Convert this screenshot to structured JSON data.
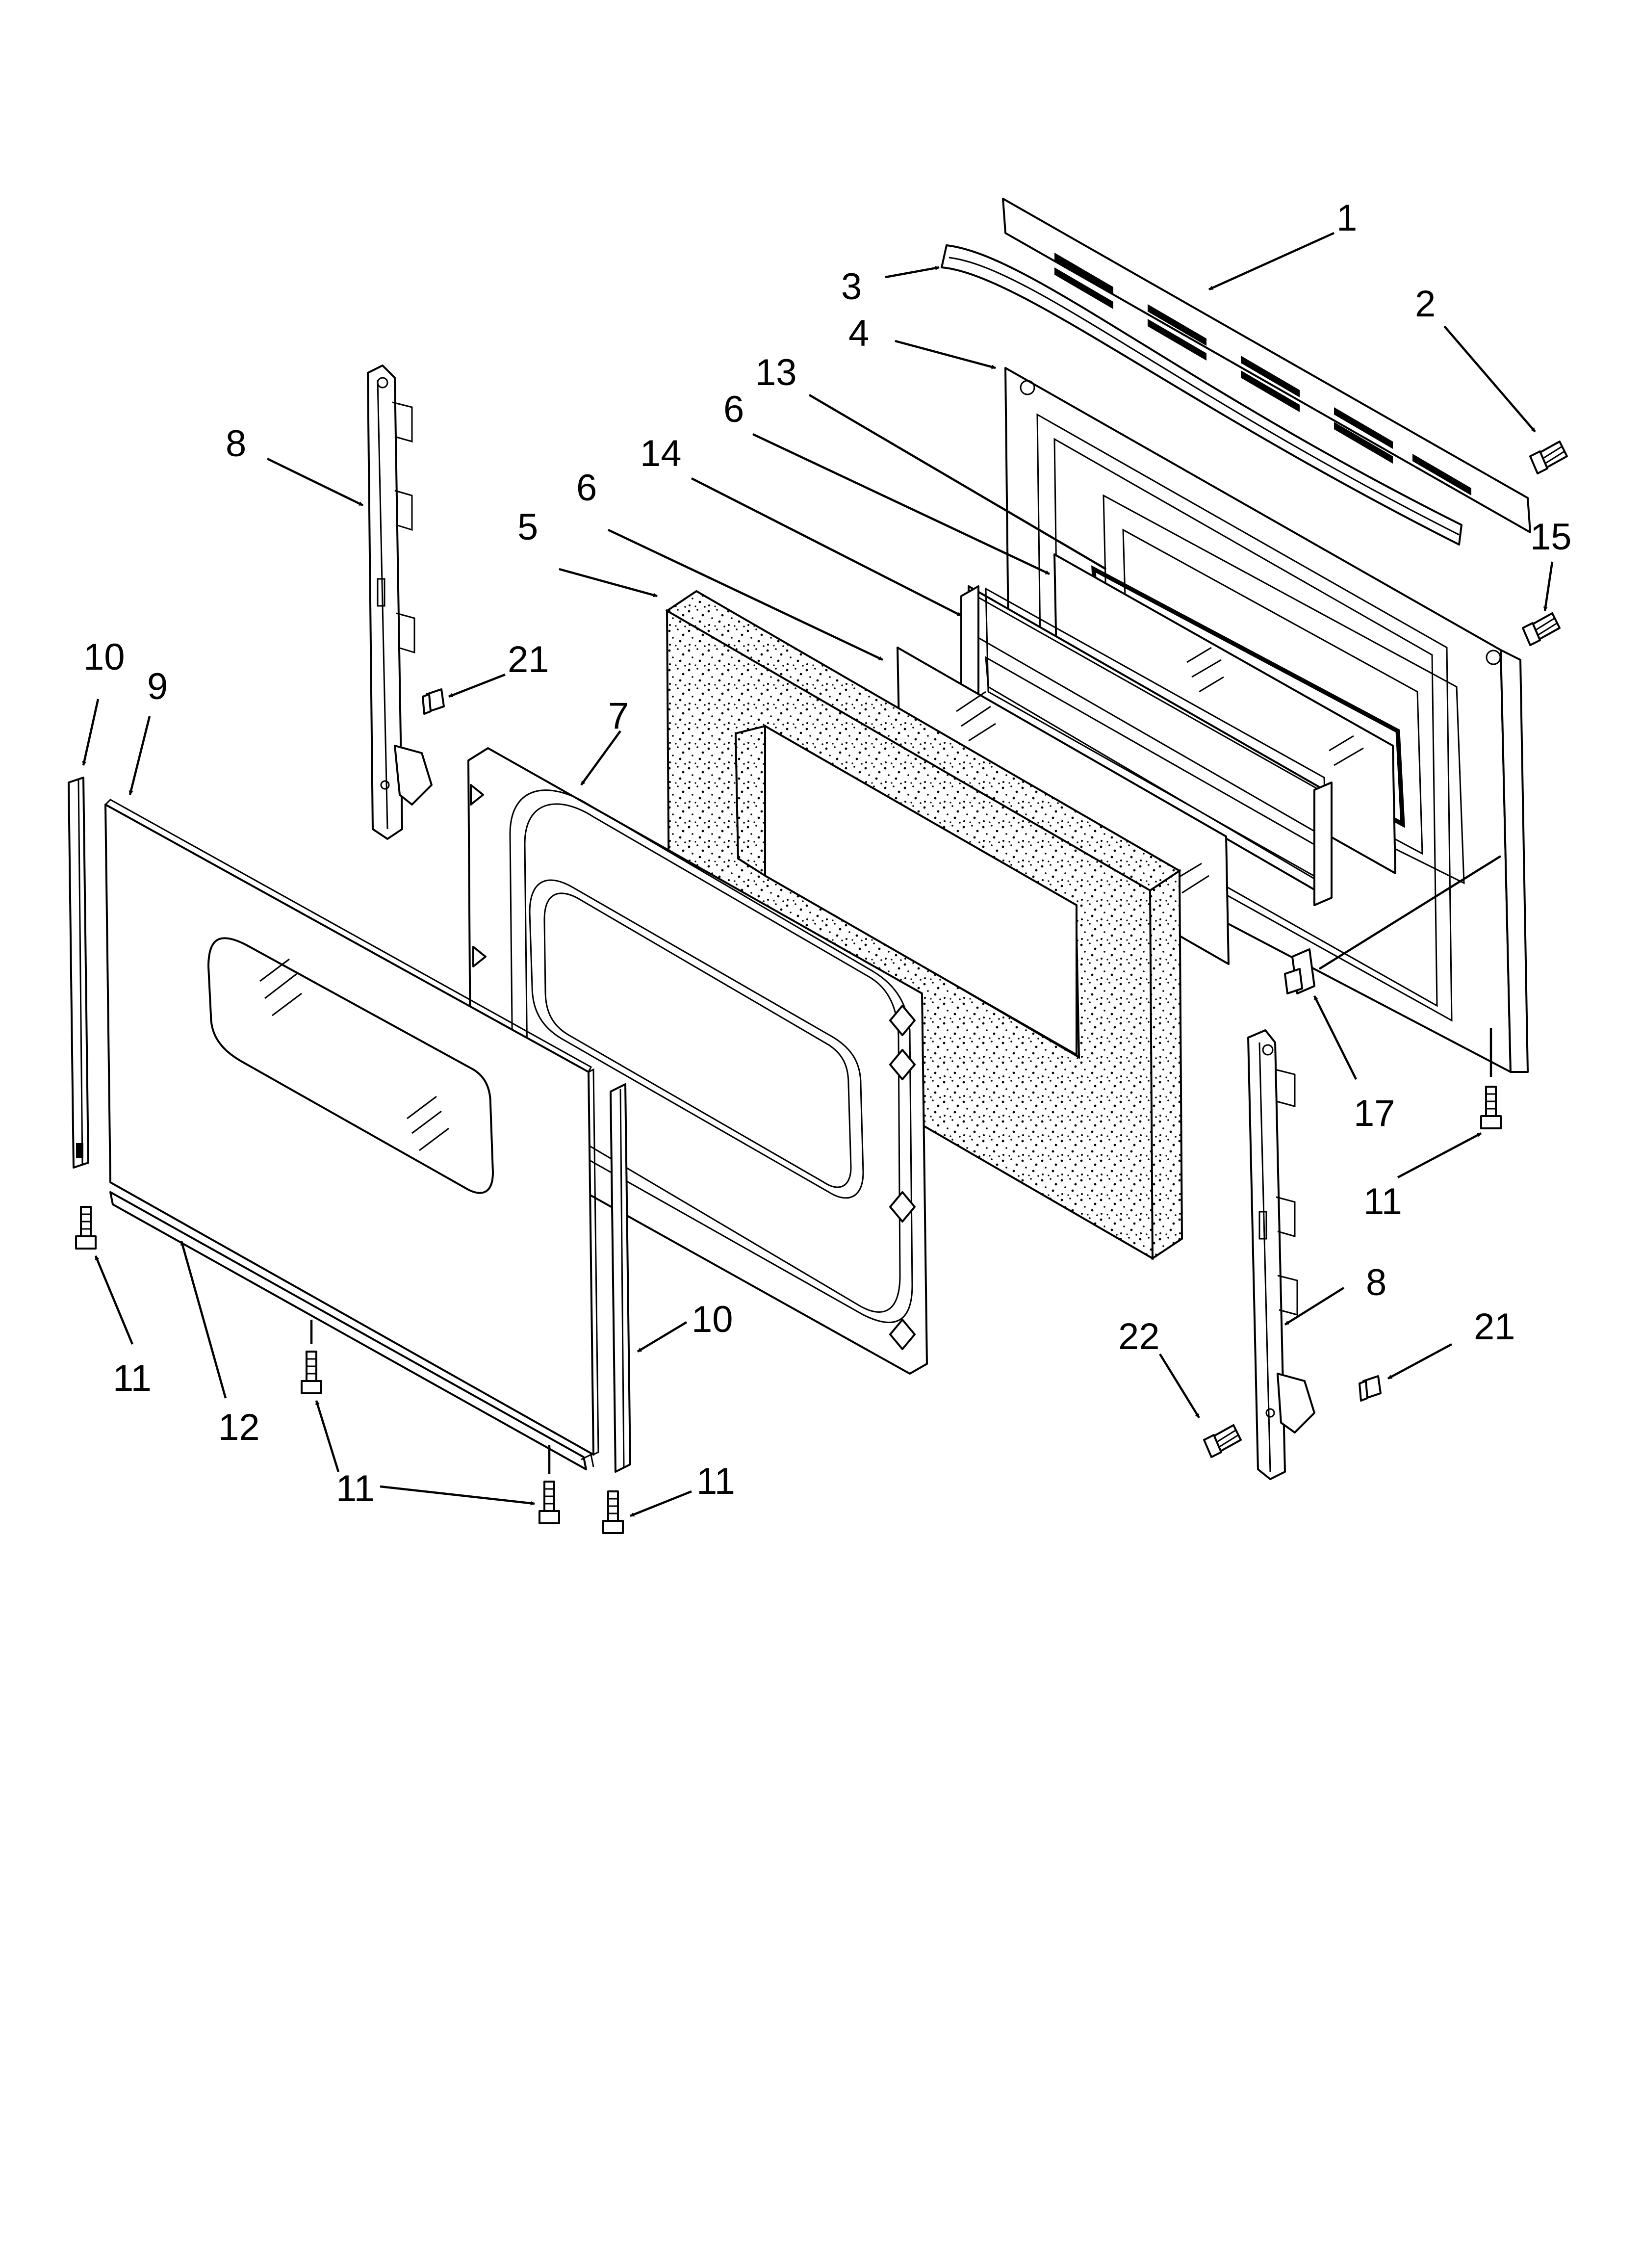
{
  "callouts": [
    {
      "id": "c1",
      "label": "1"
    },
    {
      "id": "c2",
      "label": "2"
    },
    {
      "id": "c3",
      "label": "3"
    },
    {
      "id": "c4",
      "label": "4"
    },
    {
      "id": "c13",
      "label": "13"
    },
    {
      "id": "c6a",
      "label": "6"
    },
    {
      "id": "c14",
      "label": "14"
    },
    {
      "id": "c6b",
      "label": "6"
    },
    {
      "id": "c5",
      "label": "5"
    },
    {
      "id": "c15",
      "label": "15"
    },
    {
      "id": "c8a",
      "label": "8"
    },
    {
      "id": "c21a",
      "label": "21"
    },
    {
      "id": "c10a",
      "label": "10"
    },
    {
      "id": "c9",
      "label": "9"
    },
    {
      "id": "c7",
      "label": "7"
    },
    {
      "id": "c17",
      "label": "17"
    },
    {
      "id": "c11a",
      "label": "11"
    },
    {
      "id": "c8b",
      "label": "8"
    },
    {
      "id": "c21b",
      "label": "21"
    },
    {
      "id": "c10b",
      "label": "10"
    },
    {
      "id": "c22",
      "label": "22"
    },
    {
      "id": "c11b",
      "label": "11"
    },
    {
      "id": "c12",
      "label": "12"
    },
    {
      "id": "c11c",
      "label": "11"
    },
    {
      "id": "c11d",
      "label": "11"
    }
  ],
  "colors": {
    "ink": "#000000",
    "paper": "#ffffff",
    "insulation": "#ffffff"
  }
}
